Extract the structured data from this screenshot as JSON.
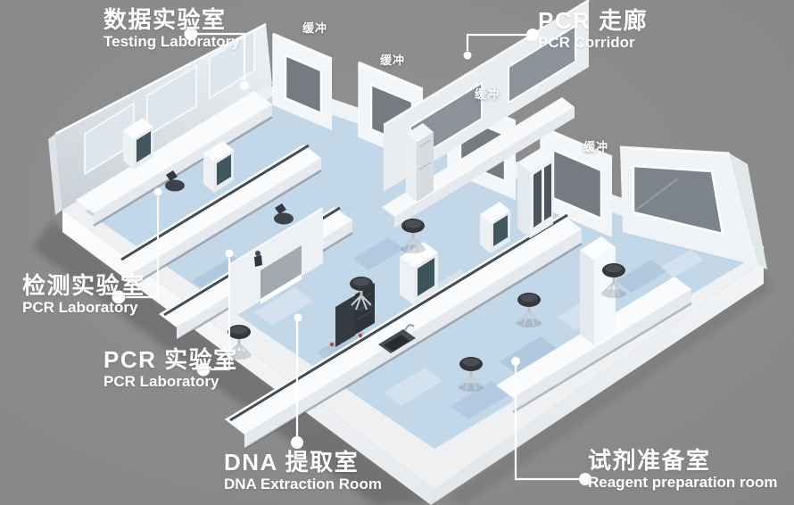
{
  "colors": {
    "background": "#8c8c8c",
    "floor_blue": "#c2d7e8",
    "wall_white": "#f2f4f6",
    "window_glass": "#757b81",
    "label_text": "#ffffff"
  },
  "labels": {
    "testing_laboratory": {
      "zh": "数据实验室",
      "en": "Testing Laboratory"
    },
    "pcr_corridor": {
      "zh": "PCR 走廊",
      "en": "PCR Corridor"
    },
    "inspection_laboratory": {
      "zh": "检测实验室",
      "en": "PCR Laboratory"
    },
    "pcr_laboratory": {
      "zh": "PCR 实验室",
      "en": "PCR Laboratory"
    },
    "dna_extraction": {
      "zh": "DNA 提取室",
      "en": "DNA Extraction Room"
    },
    "reagent_preparation": {
      "zh": "试剂准备室",
      "en": "Reagent preparation room"
    },
    "buffers": [
      "缓冲",
      "缓冲",
      "缓冲",
      "缓冲"
    ]
  }
}
